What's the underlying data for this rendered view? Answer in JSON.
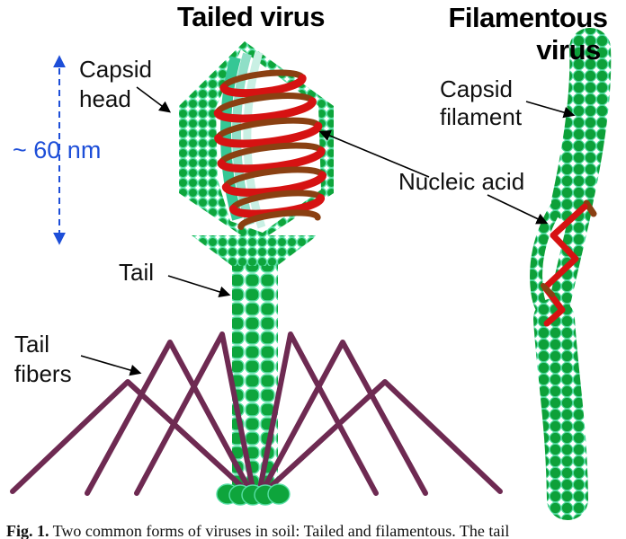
{
  "figure": {
    "titles": {
      "tailed": "Tailed virus",
      "filamentous_line1": "Filamentous",
      "filamentous_line2": "virus"
    },
    "labels": {
      "capsid_head_line1": "Capsid",
      "capsid_head_line2": "head",
      "scale": "~ 60 nm",
      "tail": "Tail",
      "tail_fibers_line1": "Tail",
      "tail_fibers_line2": "fibers",
      "nucleic_acid": "Nucleic acid",
      "capsid_filament_line1": "Capsid",
      "capsid_filament_line2": "filament"
    },
    "caption": {
      "prefix": "Fig. 1.",
      "text": " Two common forms of viruses in soil: Tailed and filamentous. The tail"
    },
    "colors": {
      "capsid_green": "#0ea53c",
      "bead_outline": "#57dfa5",
      "teal_shade_dark": "#35c795",
      "teal_shade_mid": "#8fdfc7",
      "teal_shade_light": "#c9f0e4",
      "nucleic_red": "#d61212",
      "nucleic_dark_red": "#8a3a12",
      "fiber_purple": "#6e2a52",
      "scale_blue": "#1d4ed8",
      "text_black": "#111111"
    }
  }
}
